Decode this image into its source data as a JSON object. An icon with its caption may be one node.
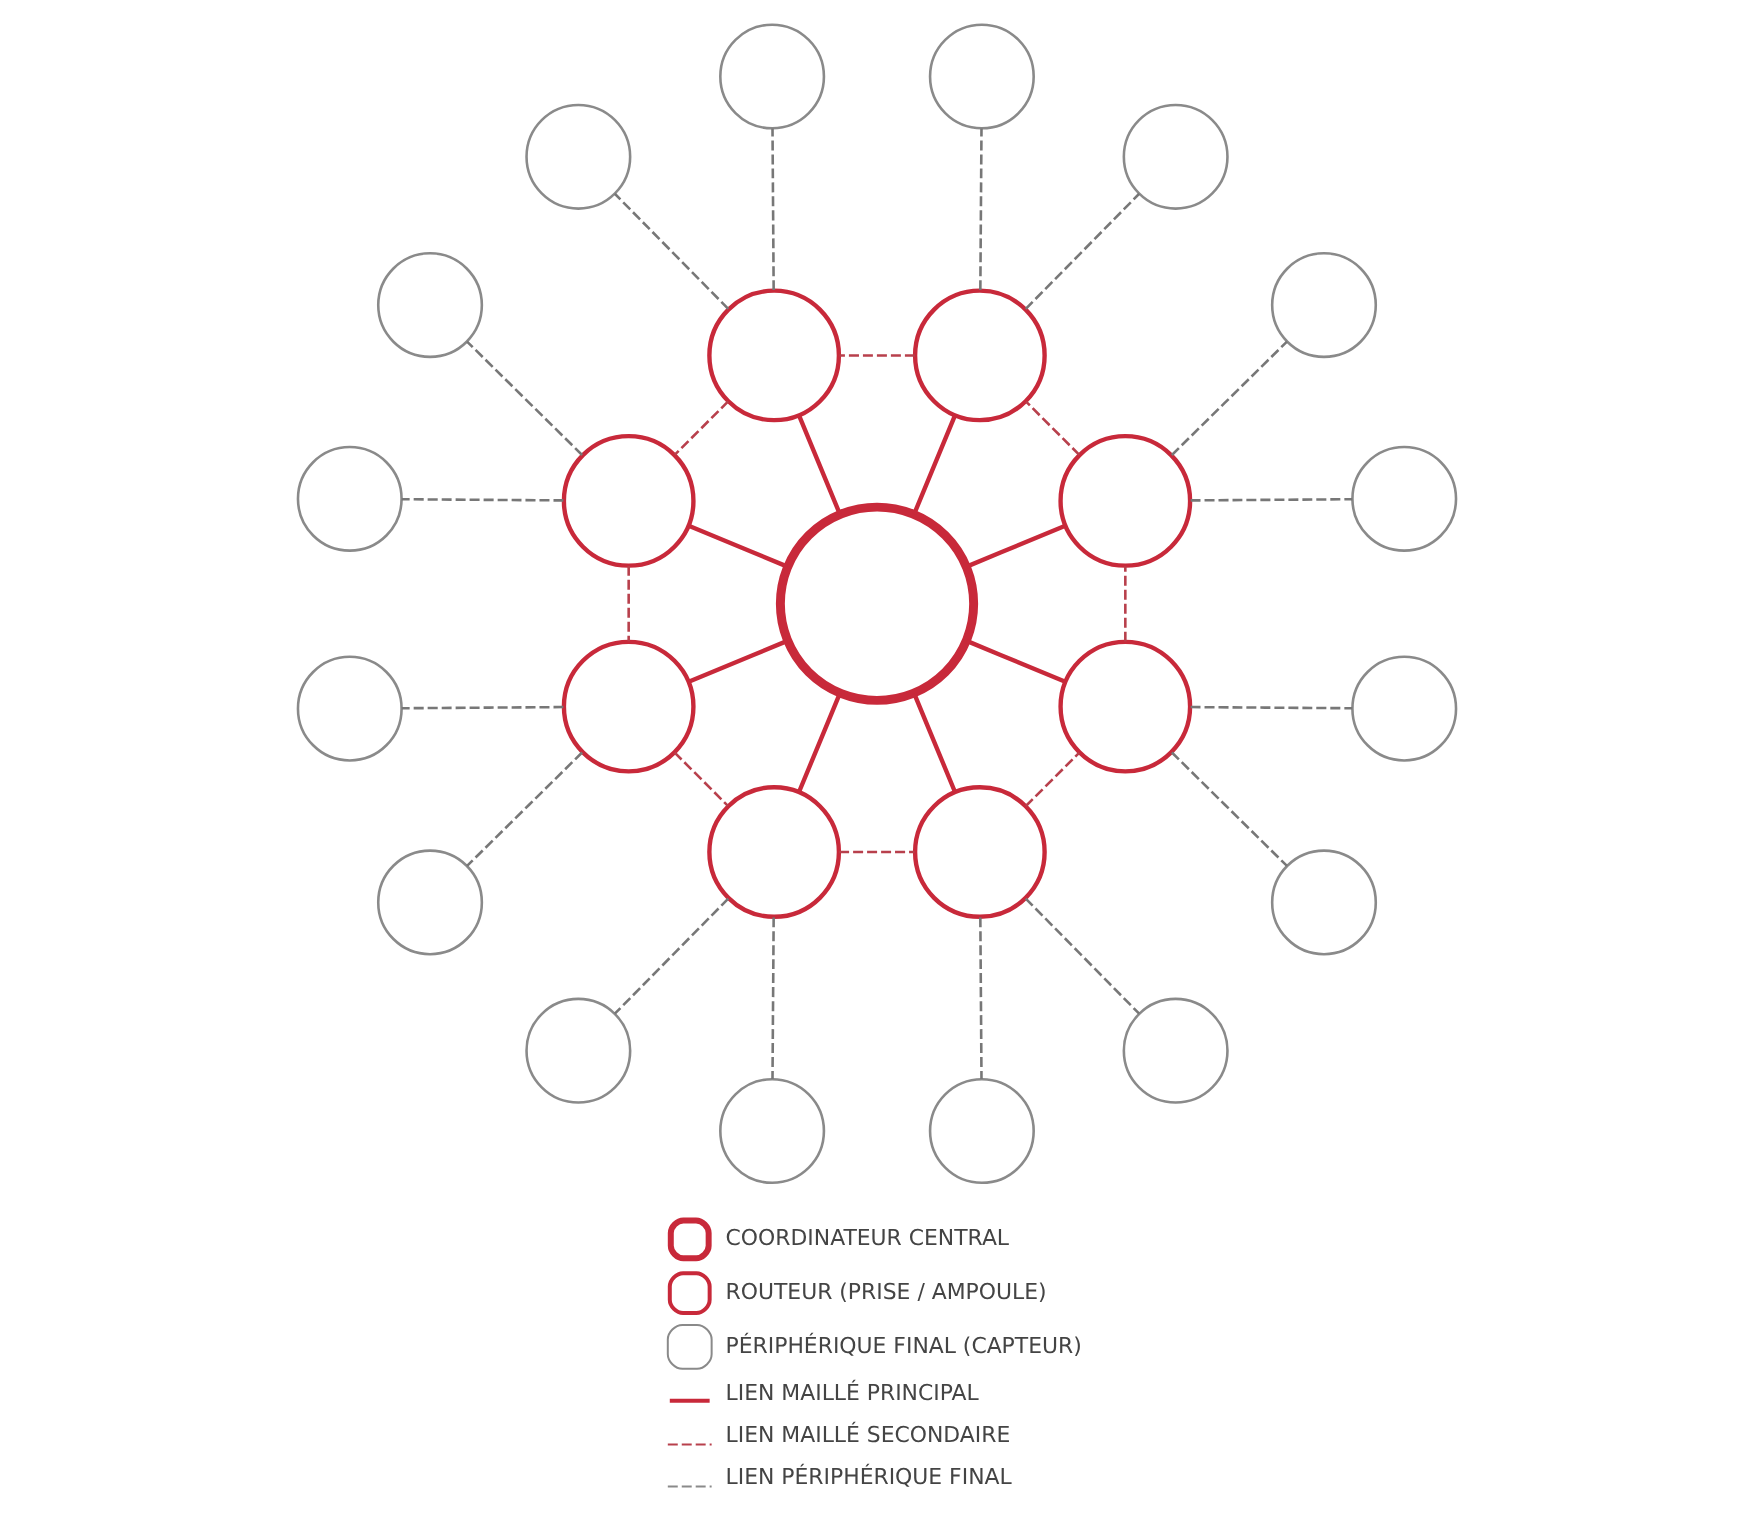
{
  "diagram": {
    "nodes": [
      {
        "text": [],
        "shape": "circle"
      },
      {
        "text": [],
        "shape": "circle"
      },
      {
        "text": [],
        "shape": "circle"
      },
      {
        "text": [],
        "shape": "circle"
      },
      {
        "text": [],
        "shape": "circle"
      },
      {
        "text": [],
        "shape": "circle"
      },
      {
        "text": [],
        "shape": "circle"
      },
      {
        "text": [],
        "shape": "circle"
      },
      {
        "text": [],
        "shape": "circle"
      },
      {
        "text": [],
        "shape": "circle"
      },
      {
        "text": [],
        "shape": "circle"
      },
      {
        "text": [],
        "shape": "circle"
      },
      {
        "text": [],
        "shape": "circle"
      },
      {
        "text": [],
        "shape": "circle"
      },
      {
        "text": [],
        "shape": "circle"
      },
      {
        "text": [],
        "shape": "circle"
      },
      {
        "text": [],
        "shape": "circle"
      },
      {
        "text": [],
        "shape": "circle"
      },
      {
        "text": [],
        "shape": "circle"
      },
      {
        "text": [],
        "shape": "circle"
      },
      {
        "text": [],
        "shape": "circle"
      },
      {
        "text": [],
        "shape": "circle"
      },
      {
        "text": [],
        "shape": "circle"
      },
      {
        "text": [],
        "shape": "circle"
      },
      {
        "text": [],
        "shape": "circle"
      }
    ],
    "edges": [
      {
        "from": 0,
        "to": 1,
        "arrow": "none",
        "color": "#c8293a"
      },
      {
        "from": 0,
        "to": 2,
        "arrow": "none",
        "color": "#c8293a"
      },
      {
        "from": 0,
        "to": 3,
        "arrow": "none",
        "color": "#c8293a"
      },
      {
        "from": 0,
        "to": 4,
        "arrow": "none",
        "color": "#c8293a"
      },
      {
        "from": 0,
        "to": 5,
        "arrow": "none",
        "color": "#c8293a"
      },
      {
        "from": 0,
        "to": 6,
        "arrow": "none",
        "color": "#c8293a"
      },
      {
        "from": 0,
        "to": 7,
        "arrow": "none",
        "color": "#c8293a"
      },
      {
        "from": 0,
        "to": 8,
        "arrow": "none",
        "color": "#c8293a"
      },
      {
        "from": 1,
        "to": 2,
        "arrow": "none",
        "style": "dashed",
        "color": "#b8404c"
      },
      {
        "from": 2,
        "to": 3,
        "arrow": "none",
        "style": "dashed",
        "color": "#b8404c"
      },
      {
        "from": 3,
        "to": 4,
        "arrow": "none",
        "style": "dashed",
        "color": "#b8404c"
      },
      {
        "from": 4,
        "to": 5,
        "arrow": "none",
        "style": "dashed",
        "color": "#b8404c"
      },
      {
        "from": 5,
        "to": 6,
        "arrow": "none",
        "style": "dashed",
        "color": "#b8404c"
      },
      {
        "from": 6,
        "to": 7,
        "arrow": "none",
        "style": "dashed",
        "color": "#b8404c"
      },
      {
        "from": 7,
        "to": 8,
        "arrow": "none",
        "style": "dashed",
        "color": "#b8404c"
      },
      {
        "from": 8,
        "to": 1,
        "arrow": "none",
        "style": "dashed",
        "color": "#b8404c"
      },
      {
        "from": 2,
        "to": 9,
        "arrow": "none",
        "style": "dashed",
        "color": "#777777"
      },
      {
        "from": 2,
        "to": 10,
        "arrow": "none",
        "style": "dashed",
        "color": "#777777"
      },
      {
        "from": 3,
        "to": 11,
        "arrow": "none",
        "style": "dashed",
        "color": "#777777"
      },
      {
        "from": 3,
        "to": 12,
        "arrow": "none",
        "style": "dashed",
        "color": "#777777"
      },
      {
        "from": 4,
        "to": 13,
        "arrow": "none",
        "style": "dashed",
        "color": "#777777"
      },
      {
        "from": 4,
        "to": 14,
        "arrow": "none",
        "style": "dashed",
        "color": "#777777"
      },
      {
        "from": 5,
        "to": 15,
        "arrow": "none",
        "style": "dashed",
        "color": "#777777"
      },
      {
        "from": 5,
        "to": 16,
        "arrow": "none",
        "style": "dashed",
        "color": "#777777"
      },
      {
        "from": 6,
        "to": 17,
        "arrow": "none",
        "style": "dashed",
        "color": "#777777"
      },
      {
        "from": 6,
        "to": 18,
        "arrow": "none",
        "style": "dashed",
        "color": "#777777"
      },
      {
        "from": 7,
        "to": 19,
        "arrow": "none",
        "style": "dashed",
        "color": "#777777"
      },
      {
        "from": 7,
        "to": 20,
        "arrow": "none",
        "style": "dashed",
        "color": "#777777"
      },
      {
        "from": 8,
        "to": 21,
        "arrow": "none",
        "style": "dashed",
        "color": "#777777"
      },
      {
        "from": 8,
        "to": 22,
        "arrow": "none",
        "style": "dashed",
        "color": "#777777"
      },
      {
        "from": 1,
        "to": 23,
        "arrow": "none",
        "style": "dashed",
        "color": "#777777"
      },
      {
        "from": 1,
        "to": 24,
        "arrow": "none",
        "style": "dashed",
        "color": "#777777"
      }
    ],
    "legend": [
      {
        "text": "COORDINATEUR CENTRAL"
      },
      {
        "text": "ROUTEUR (PRISE / AMPOULE)"
      },
      {
        "text": "PÉRIPHÉRIQUE FINAL (CAPTEUR)"
      },
      {
        "text": "LIEN MAILLÉ PRINCIPAL"
      },
      {
        "text": "LIEN MAILLÉ SECONDAIRE"
      },
      {
        "text": "LIEN PÉRIPHÉRIQUE FINAL"
      }
    ]
  }
}
